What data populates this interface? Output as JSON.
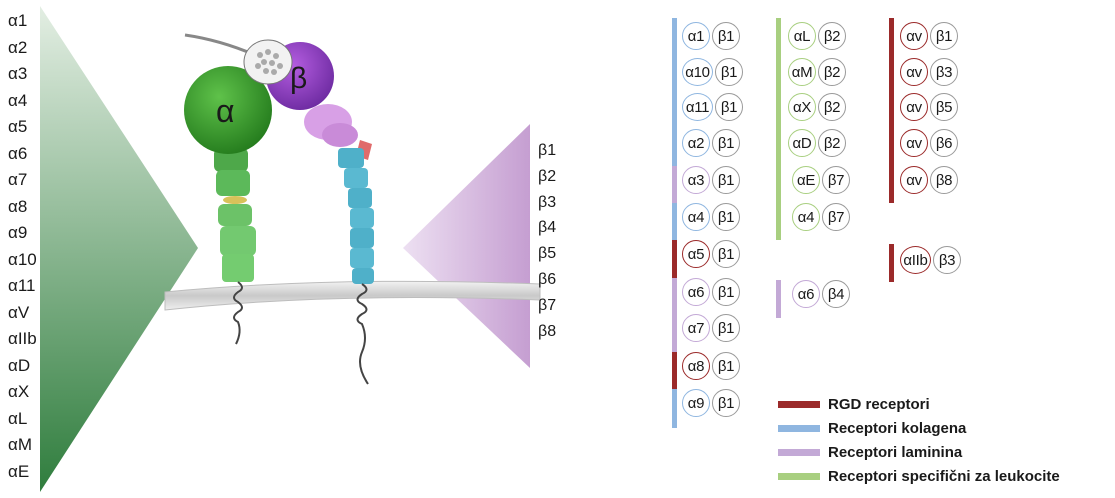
{
  "colors": {
    "rgd": "#9b2a2a",
    "collagen": "#8fb6e0",
    "laminin": "#c3a9d6",
    "leukocyte": "#a8cf80",
    "neutral": "#9a9a9a"
  },
  "diagram": {
    "alpha_subunit_label": "α",
    "beta_subunit_label": "β"
  },
  "alpha_subunits": [
    "α1",
    "α2",
    "α3",
    "α4",
    "α5",
    "α6",
    "α7",
    "α8",
    "α9",
    "α10",
    "α11",
    "αV",
    "αIIb",
    "αD",
    "αX",
    "αL",
    "αM",
    "αE"
  ],
  "beta_subunits": [
    "β1",
    "β2",
    "β3",
    "β4",
    "β5",
    "β6",
    "β7",
    "β8"
  ],
  "pairs": [
    {
      "alpha": "α1",
      "beta": "β1",
      "group": "collagen"
    },
    {
      "alpha": "α10",
      "beta": "β1",
      "group": "collagen"
    },
    {
      "alpha": "α11",
      "beta": "β1",
      "group": "collagen"
    },
    {
      "alpha": "α2",
      "beta": "β1",
      "group": "collagen"
    },
    {
      "alpha": "α3",
      "beta": "β1",
      "group": "laminin"
    },
    {
      "alpha": "α4",
      "beta": "β1",
      "group": "collagen"
    },
    {
      "alpha": "α5",
      "beta": "β1",
      "group": "rgd"
    },
    {
      "alpha": "α6",
      "beta": "β1",
      "group": "laminin"
    },
    {
      "alpha": "α7",
      "beta": "β1",
      "group": "laminin"
    },
    {
      "alpha": "α8",
      "beta": "β1",
      "group": "rgd"
    },
    {
      "alpha": "α9",
      "beta": "β1",
      "group": "collagen"
    },
    {
      "alpha": "αL",
      "beta": "β2",
      "group": "leukocyte"
    },
    {
      "alpha": "αM",
      "beta": "β2",
      "group": "leukocyte"
    },
    {
      "alpha": "αX",
      "beta": "β2",
      "group": "leukocyte"
    },
    {
      "alpha": "αD",
      "beta": "β2",
      "group": "leukocyte"
    },
    {
      "alpha": "αE",
      "beta": "β7",
      "group": "leukocyte"
    },
    {
      "alpha": "α4",
      "beta": "β7",
      "group": "leukocyte"
    },
    {
      "alpha": "α6",
      "beta": "β4",
      "group": "laminin"
    },
    {
      "alpha": "αv",
      "beta": "β1",
      "group": "rgd"
    },
    {
      "alpha": "αv",
      "beta": "β3",
      "group": "rgd"
    },
    {
      "alpha": "αv",
      "beta": "β5",
      "group": "rgd"
    },
    {
      "alpha": "αv",
      "beta": "β6",
      "group": "rgd"
    },
    {
      "alpha": "αv",
      "beta": "β8",
      "group": "rgd"
    },
    {
      "alpha": "αIIb",
      "beta": "β3",
      "group": "rgd"
    }
  ],
  "legend": [
    {
      "group": "rgd",
      "label": "RGD receptori"
    },
    {
      "group": "collagen",
      "label": "Receptori kolagena"
    },
    {
      "group": "laminin",
      "label": "Receptori laminina"
    },
    {
      "group": "leukocyte",
      "label": "Receptori specifični za leukocite"
    }
  ]
}
